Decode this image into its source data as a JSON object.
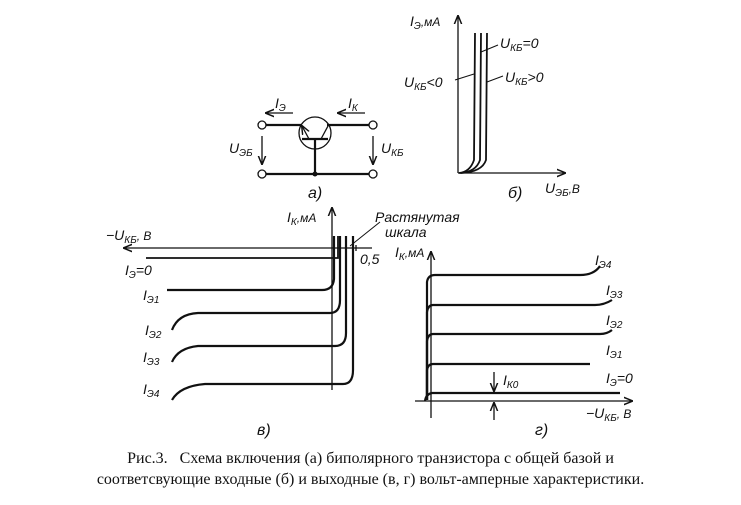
{
  "figure": {
    "panel_a": {
      "label": "а)",
      "emitter_current": "I",
      "emitter_current_sub": "Э",
      "collector_current": "I",
      "collector_current_sub": "К",
      "ueb": "U",
      "ueb_sub": "ЭБ",
      "ukb": "U",
      "ukb_sub": "КБ"
    },
    "panel_b": {
      "label": "б)",
      "y_axis": "I",
      "y_axis_sub": "Э",
      "y_axis_unit": ",мА",
      "x_axis": "U",
      "x_axis_sub": "ЭБ",
      "x_axis_unit": ",В",
      "curves": [
        {
          "text": "U",
          "sub": "КБ",
          "rest": "<0"
        },
        {
          "text": "U",
          "sub": "КБ",
          "rest": "=0"
        },
        {
          "text": "U",
          "sub": "КБ",
          "rest": ">0"
        }
      ]
    },
    "panel_v": {
      "label": "в)",
      "y_axis": "I",
      "y_axis_sub": "К",
      "y_axis_unit": ",мА",
      "x_axis": "−U",
      "x_axis_sub": "КБ",
      "x_axis_unit": ", В",
      "stretched_scale_line1": "Растянутая",
      "stretched_scale_line2": "шкала",
      "tick_value": "0,5",
      "curves": [
        {
          "sub": "Э",
          "rest": "=0"
        },
        {
          "sub": "Э1",
          "rest": ""
        },
        {
          "sub": "Э2",
          "rest": ""
        },
        {
          "sub": "Э3",
          "rest": ""
        },
        {
          "sub": "Э4",
          "rest": ""
        }
      ]
    },
    "panel_g": {
      "label": "г)",
      "y_axis": "I",
      "y_axis_sub": "К",
      "y_axis_unit": ",мА",
      "x_axis": "−U",
      "x_axis_sub": "КБ",
      "x_axis_unit": ", В",
      "ik0": "I",
      "ik0_sub": "К0",
      "curves": [
        {
          "sub": "Э4",
          "rest": ""
        },
        {
          "sub": "Э3",
          "rest": ""
        },
        {
          "sub": "Э2",
          "rest": ""
        },
        {
          "sub": "Э1",
          "rest": ""
        },
        {
          "sub": "Э",
          "rest": "=0"
        }
      ]
    }
  },
  "caption": {
    "line1": "Рис.3.   Схема включения (а) биполярного транзистора с общей базой и",
    "line2": "соответсвующие входные (б) и выходные (в, г) вольт-амперные характеристики."
  }
}
